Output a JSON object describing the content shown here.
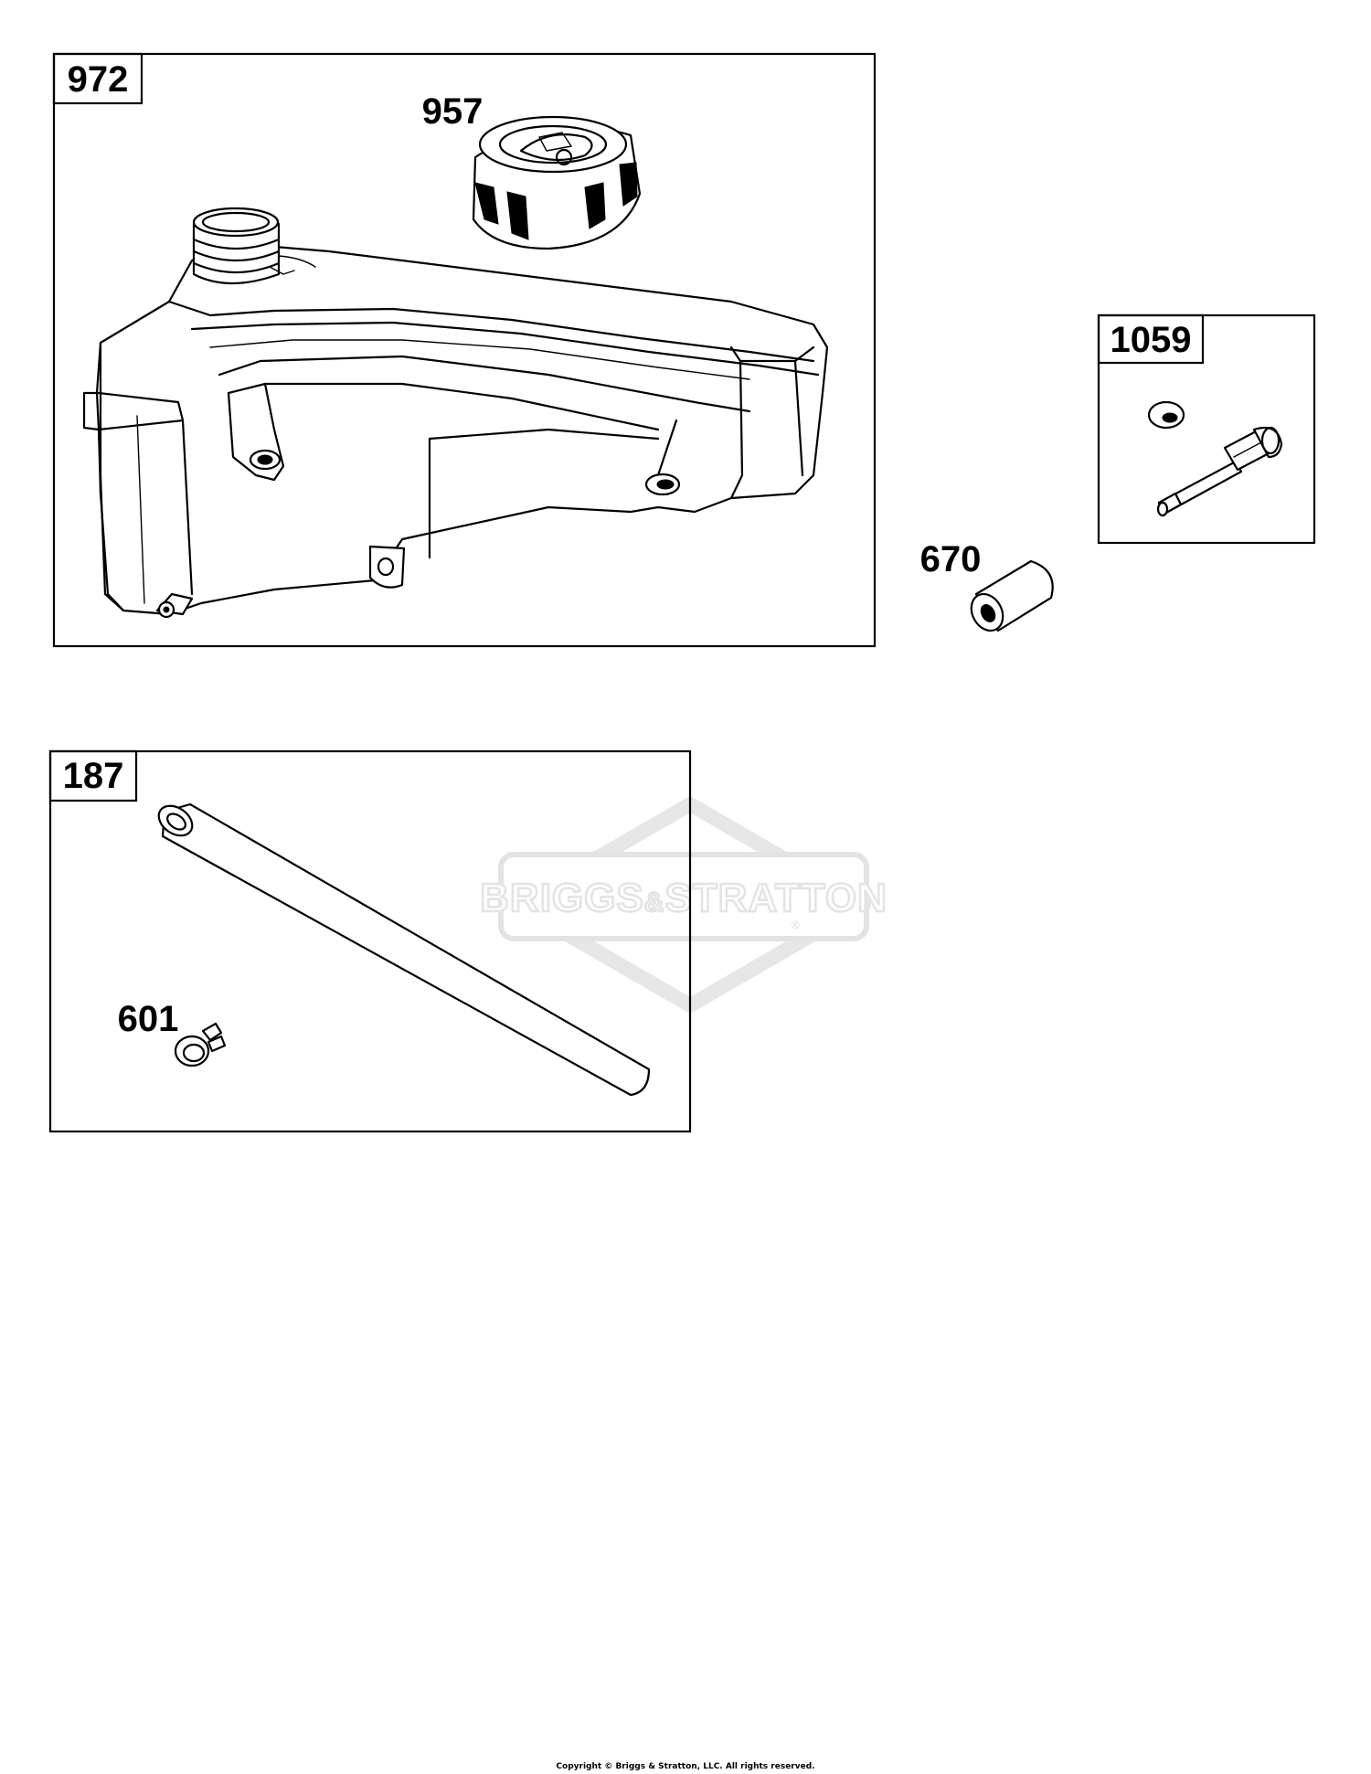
{
  "boxes": {
    "fuel_tank": {
      "label": "972"
    },
    "bolt_kit": {
      "label": "1059"
    },
    "fuel_line_kit": {
      "label": "187"
    }
  },
  "parts": {
    "fuel_cap": "957",
    "spacer": "670",
    "hose_clamp": "601"
  },
  "watermark": {
    "brand_left": "BRIGGS",
    "brand_amp": "&",
    "brand_right": "STRATTON",
    "registered_mark": "®"
  },
  "copyright": "Copyright © Briggs & Stratton, LLC. All rights reserved."
}
